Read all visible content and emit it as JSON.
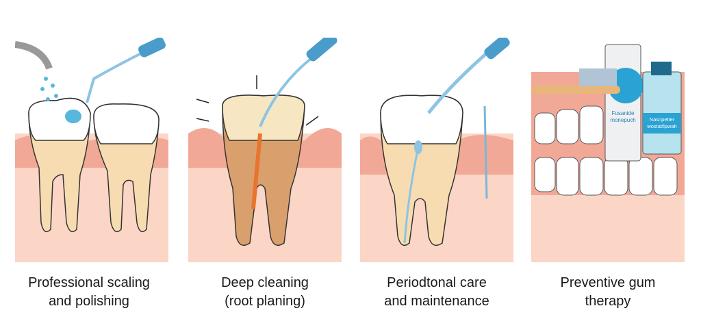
{
  "panels": [
    {
      "caption_line1": "Professional scaling",
      "caption_line2": "and polishing"
    },
    {
      "caption_line1": "Deep cleaning",
      "caption_line2": "(root planing)"
    },
    {
      "caption_line1": "Periodtonal care",
      "caption_line2": "and maintenance"
    },
    {
      "caption_line1": "Preventive gum",
      "caption_line2": "therapy"
    }
  ],
  "products": {
    "toothpaste_label_1": "Fusanide",
    "toothpaste_label_2": "monepuch",
    "mouthwash_label_1": "Nasnpetter",
    "mouthwash_label_2": "wostatfipwah"
  },
  "colors": {
    "gum": "#f2a896",
    "gum_light": "#fbd5c5",
    "root": "#f6dcb0",
    "enamel": "#ffffff",
    "tool": "#4a9ccb",
    "water": "#59b6dd"
  }
}
